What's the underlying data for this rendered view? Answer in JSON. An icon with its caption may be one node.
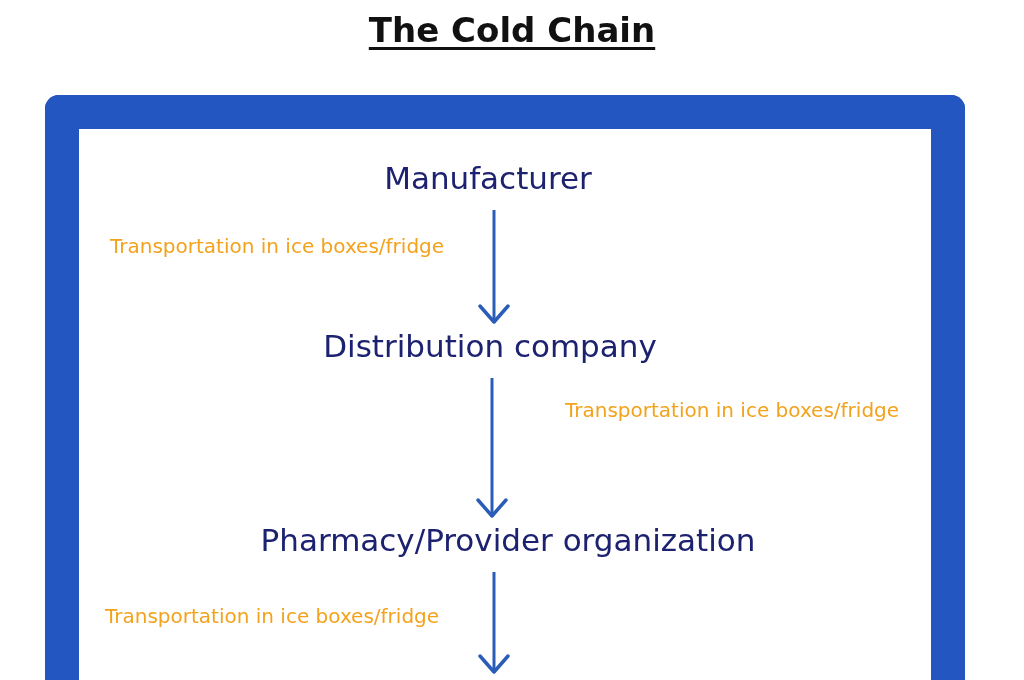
{
  "diagram": {
    "title": "The Cold Chain",
    "nodes": [
      {
        "text": [
          "Manufacturer"
        ]
      },
      {
        "text": [
          "Distribution company"
        ]
      },
      {
        "text": [
          "Pharmacy/Provider organization"
        ]
      }
    ],
    "edges": [
      {
        "from": 0,
        "to": 1,
        "arrow": "to",
        "label": "Transportation in ice boxes/fridge"
      },
      {
        "from": 1,
        "to": 2,
        "arrow": "to",
        "label": "Transportation in ice boxes/fridge"
      },
      {
        "from": 2,
        "to": null,
        "arrow": "to",
        "label": "Transportation in ice boxes/fridge"
      }
    ]
  }
}
